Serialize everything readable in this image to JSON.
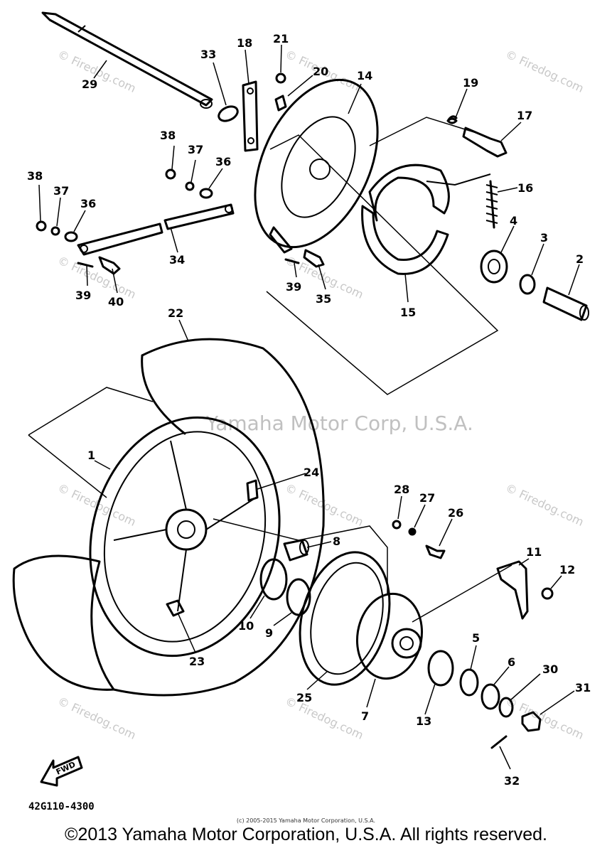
{
  "diagram": {
    "watermark_center": "Yamaha Motor Corp, U.S.A.",
    "watermark_side": "© Firedog.com",
    "fwd_label": "FWD",
    "reference_code": "42G110-4300",
    "small_copyright": "(c) 2005-2015 Yamaha Motor Corporation, U.S.A.",
    "copyright": "©2013 Yamaha Motor Corporation, U.S.A. All rights reserved."
  },
  "callouts": [
    {
      "id": "29",
      "label": "29"
    },
    {
      "id": "33",
      "label": "33"
    },
    {
      "id": "18a",
      "label": "18"
    },
    {
      "id": "21",
      "label": "21"
    },
    {
      "id": "20",
      "label": "20"
    },
    {
      "id": "14",
      "label": "14"
    },
    {
      "id": "19",
      "label": "19"
    },
    {
      "id": "17",
      "label": "17"
    },
    {
      "id": "38a",
      "label": "38"
    },
    {
      "id": "37a",
      "label": "37"
    },
    {
      "id": "36a",
      "label": "36"
    },
    {
      "id": "38b",
      "label": "38"
    },
    {
      "id": "37b",
      "label": "37"
    },
    {
      "id": "36b",
      "label": "36"
    },
    {
      "id": "16",
      "label": "16"
    },
    {
      "id": "4",
      "label": "4"
    },
    {
      "id": "3",
      "label": "3"
    },
    {
      "id": "2",
      "label": "2"
    },
    {
      "id": "34",
      "label": "34"
    },
    {
      "id": "39a",
      "label": "39"
    },
    {
      "id": "40",
      "label": "40"
    },
    {
      "id": "39b",
      "label": "39"
    },
    {
      "id": "35",
      "label": "35"
    },
    {
      "id": "15",
      "label": "15"
    },
    {
      "id": "22",
      "label": "22"
    },
    {
      "id": "1",
      "label": "1"
    },
    {
      "id": "24",
      "label": "24"
    },
    {
      "id": "28",
      "label": "28"
    },
    {
      "id": "27",
      "label": "27"
    },
    {
      "id": "26",
      "label": "26"
    },
    {
      "id": "8",
      "label": "8"
    },
    {
      "id": "11",
      "label": "11"
    },
    {
      "id": "12",
      "label": "12"
    },
    {
      "id": "10",
      "label": "10"
    },
    {
      "id": "9",
      "label": "9"
    },
    {
      "id": "23",
      "label": "23"
    },
    {
      "id": "5",
      "label": "5"
    },
    {
      "id": "6",
      "label": "6"
    },
    {
      "id": "30",
      "label": "30"
    },
    {
      "id": "31",
      "label": "31"
    },
    {
      "id": "25",
      "label": "25"
    },
    {
      "id": "7",
      "label": "7"
    },
    {
      "id": "13",
      "label": "13"
    },
    {
      "id": "32",
      "label": "32"
    }
  ]
}
